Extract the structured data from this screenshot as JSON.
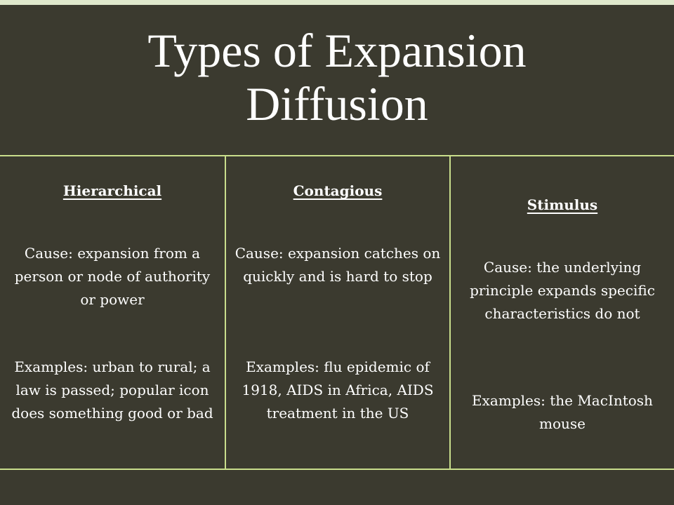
{
  "slide": {
    "title_line1": "Types of Expansion",
    "title_line2": "Diffusion"
  },
  "columns": [
    {
      "heading": "Hierarchical",
      "cause": "Cause:  expansion from a person or node of authority or power",
      "examples": "Examples:  urban to rural; a law is passed; popular icon does something good or bad"
    },
    {
      "heading": "Contagious",
      "cause": "Cause:  expansion catches on quickly and is hard to stop",
      "examples": "Examples: flu epidemic of 1918, AIDS in Africa, AIDS treatment in the US"
    },
    {
      "heading": "Stimulus",
      "cause": "Cause:  the underlying principle expands specific characteristics do not",
      "examples": "Examples:  the MacIntosh mouse"
    }
  ],
  "colors": {
    "background": "#3b3a2f",
    "border": "#c9de8c",
    "top_bar": "#dfe8cc",
    "text": "#ffffff"
  }
}
